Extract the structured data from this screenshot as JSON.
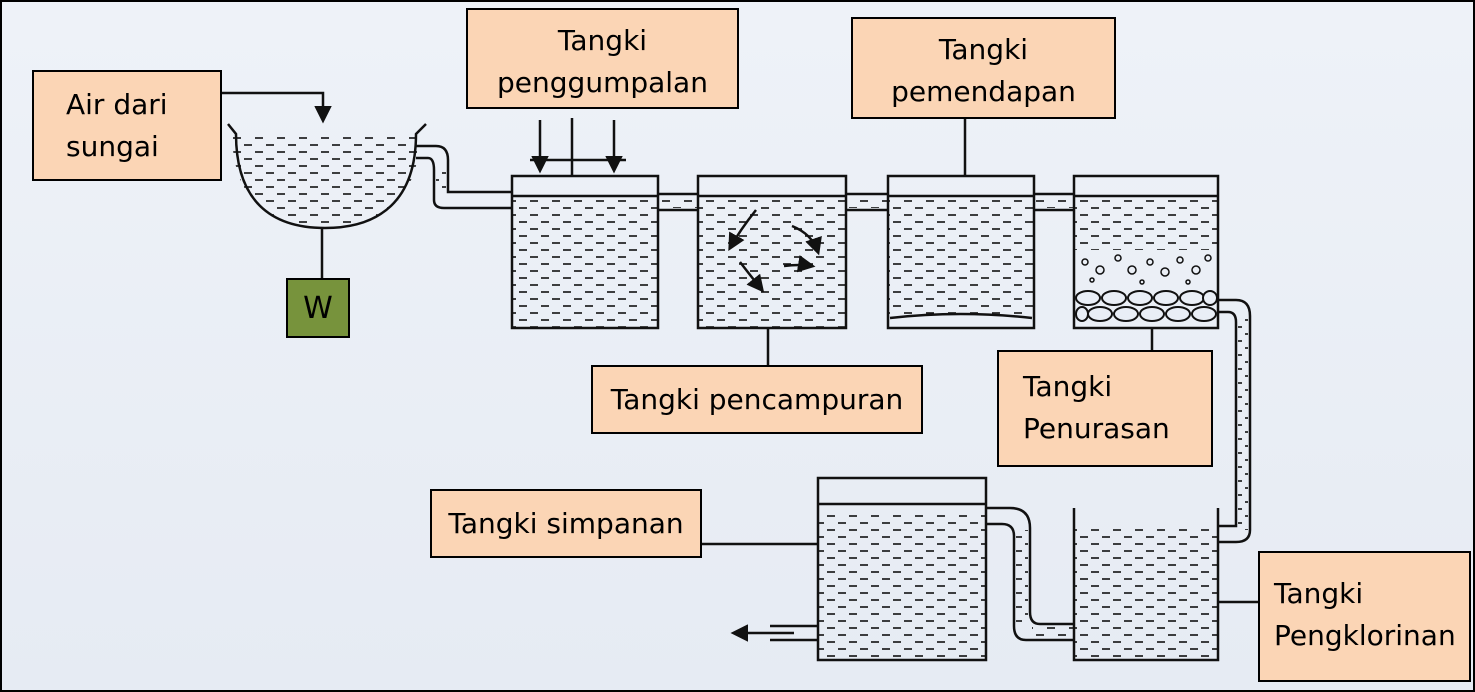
{
  "labels": {
    "air_sungai": "Air dari\nsungai",
    "penggumpalan": "Tangki\npenggumpalan",
    "pemendapan": "Tangki\npemendapan",
    "pencampuran": "Tangki pencampuran",
    "penurasan": "Tangki\nPenurasan",
    "simpanan": "Tangki simpanan",
    "pengklorinan": "Tangki\nPengklorinan",
    "w": "W"
  },
  "colors": {
    "label_fill": "#fbd5b5",
    "w_fill": "#77933c",
    "background": "#e9eef6"
  }
}
